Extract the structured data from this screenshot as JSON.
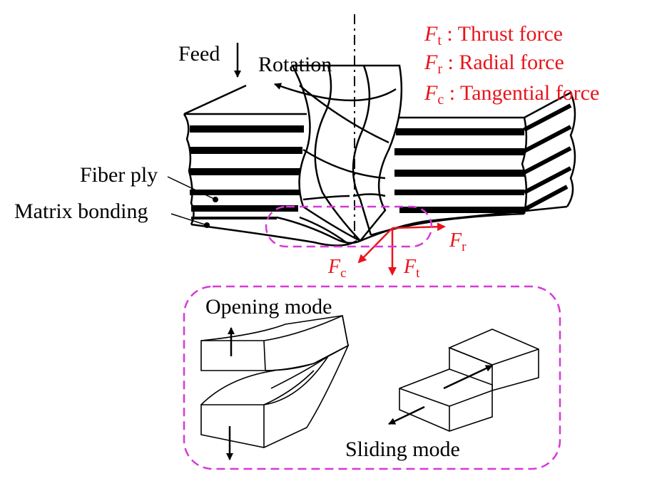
{
  "labels": {
    "feed": "Feed",
    "rotation": "Rotation",
    "fiber_ply": "Fiber ply",
    "matrix_bonding": "Matrix bonding",
    "opening_mode": "Opening mode",
    "sliding_mode": "Sliding mode"
  },
  "legend": [
    {
      "symbol": "F",
      "sub": "t",
      "text": " : Thrust force"
    },
    {
      "symbol": "F",
      "sub": "r",
      "text": " : Radial force"
    },
    {
      "symbol": "F",
      "sub": "c",
      "text": " : Tangential force"
    }
  ],
  "forces": {
    "ft": {
      "symbol": "F",
      "sub": "t"
    },
    "fr": {
      "symbol": "F",
      "sub": "r"
    },
    "fc": {
      "symbol": "F",
      "sub": "c"
    }
  },
  "colors": {
    "force": "#e8141b",
    "dashed_outline": "#d63ad6",
    "ink": "#000000"
  }
}
